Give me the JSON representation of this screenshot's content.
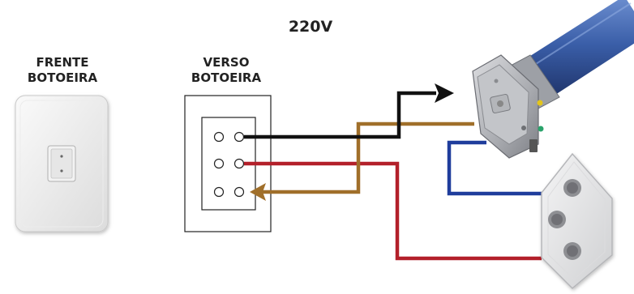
{
  "diagram": {
    "voltage_label": "220V",
    "front": {
      "line1": "FRENTE",
      "line2": "BOTOEIRA"
    },
    "back": {
      "line1": "VERSO",
      "line2": "BOTOEIRA"
    }
  },
  "colors": {
    "wire_black": "#111111",
    "wire_brown": "#a06f2a",
    "wire_red": "#b3202a",
    "wire_blue": "#1f3d9c",
    "motor_tube": "#3a5ea8",
    "outlet_body": "#e9e9ea"
  },
  "icons": {
    "motor": "tubular-motor-icon",
    "outlet": "power-outlet-icon",
    "switch": "wall-switch-icon"
  }
}
